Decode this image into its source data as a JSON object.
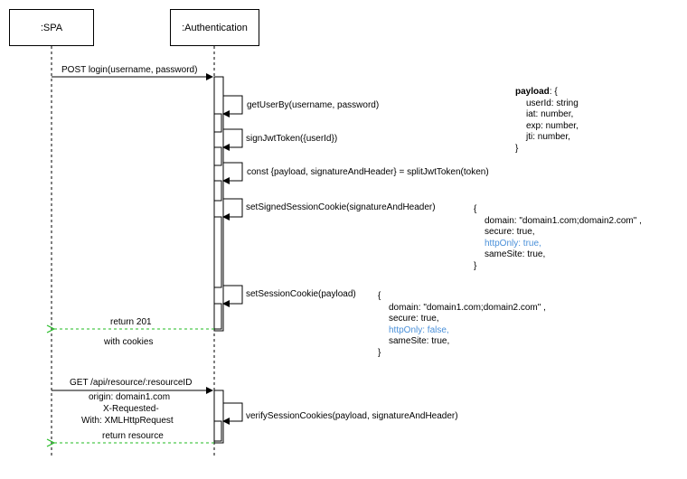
{
  "participants": {
    "spa": ":SPA",
    "auth": ":Authentication"
  },
  "messages": {
    "post_login": "POST login(username, password)",
    "get_user": "getUserBy(username, password)",
    "sign_jwt": "signJwtToken({userId})",
    "split_jwt": "const {payload, signatureAndHeader} = splitJwtToken(token)",
    "set_signed_cookie": "setSignedSessionCookie(signatureAndHeader)",
    "set_session_cookie": "setSessionCookie(payload)",
    "return_201": "return 201",
    "with_cookies": "with cookies",
    "get_resource": "GET /api/resource/:resourceID",
    "origin": "origin: domain1.com",
    "x_requested_1": "X-Requested-",
    "x_requested_2": "With: XMLHttpRequest",
    "verify": "verifySessionCookies(payload, signatureAndHeader)",
    "return_resource": "return resource"
  },
  "payload_note": {
    "label": "payload",
    "open": ": {",
    "lines": [
      "userId: string",
      "iat: number,",
      "exp: number,",
      "jti: number,"
    ],
    "close": "}"
  },
  "signed_cookie_note": {
    "open": "{",
    "domain": "domain: \"domain1.com;domain2.com\" ,",
    "secure": "secure: true,",
    "http_only": "httpOnly: true,",
    "same_site": "sameSite: true,",
    "close": "}"
  },
  "session_cookie_note": {
    "open": "{",
    "domain": "domain: \"domain1.com;domain2.com\" ,",
    "secure": "secure: true,",
    "http_only": "httpOnly: false,",
    "same_site": "sameSite: true,",
    "close": "}"
  },
  "colors": {
    "line": "#000000",
    "return_arrow": "#22bb22",
    "highlight_text": "#4a90d9"
  }
}
